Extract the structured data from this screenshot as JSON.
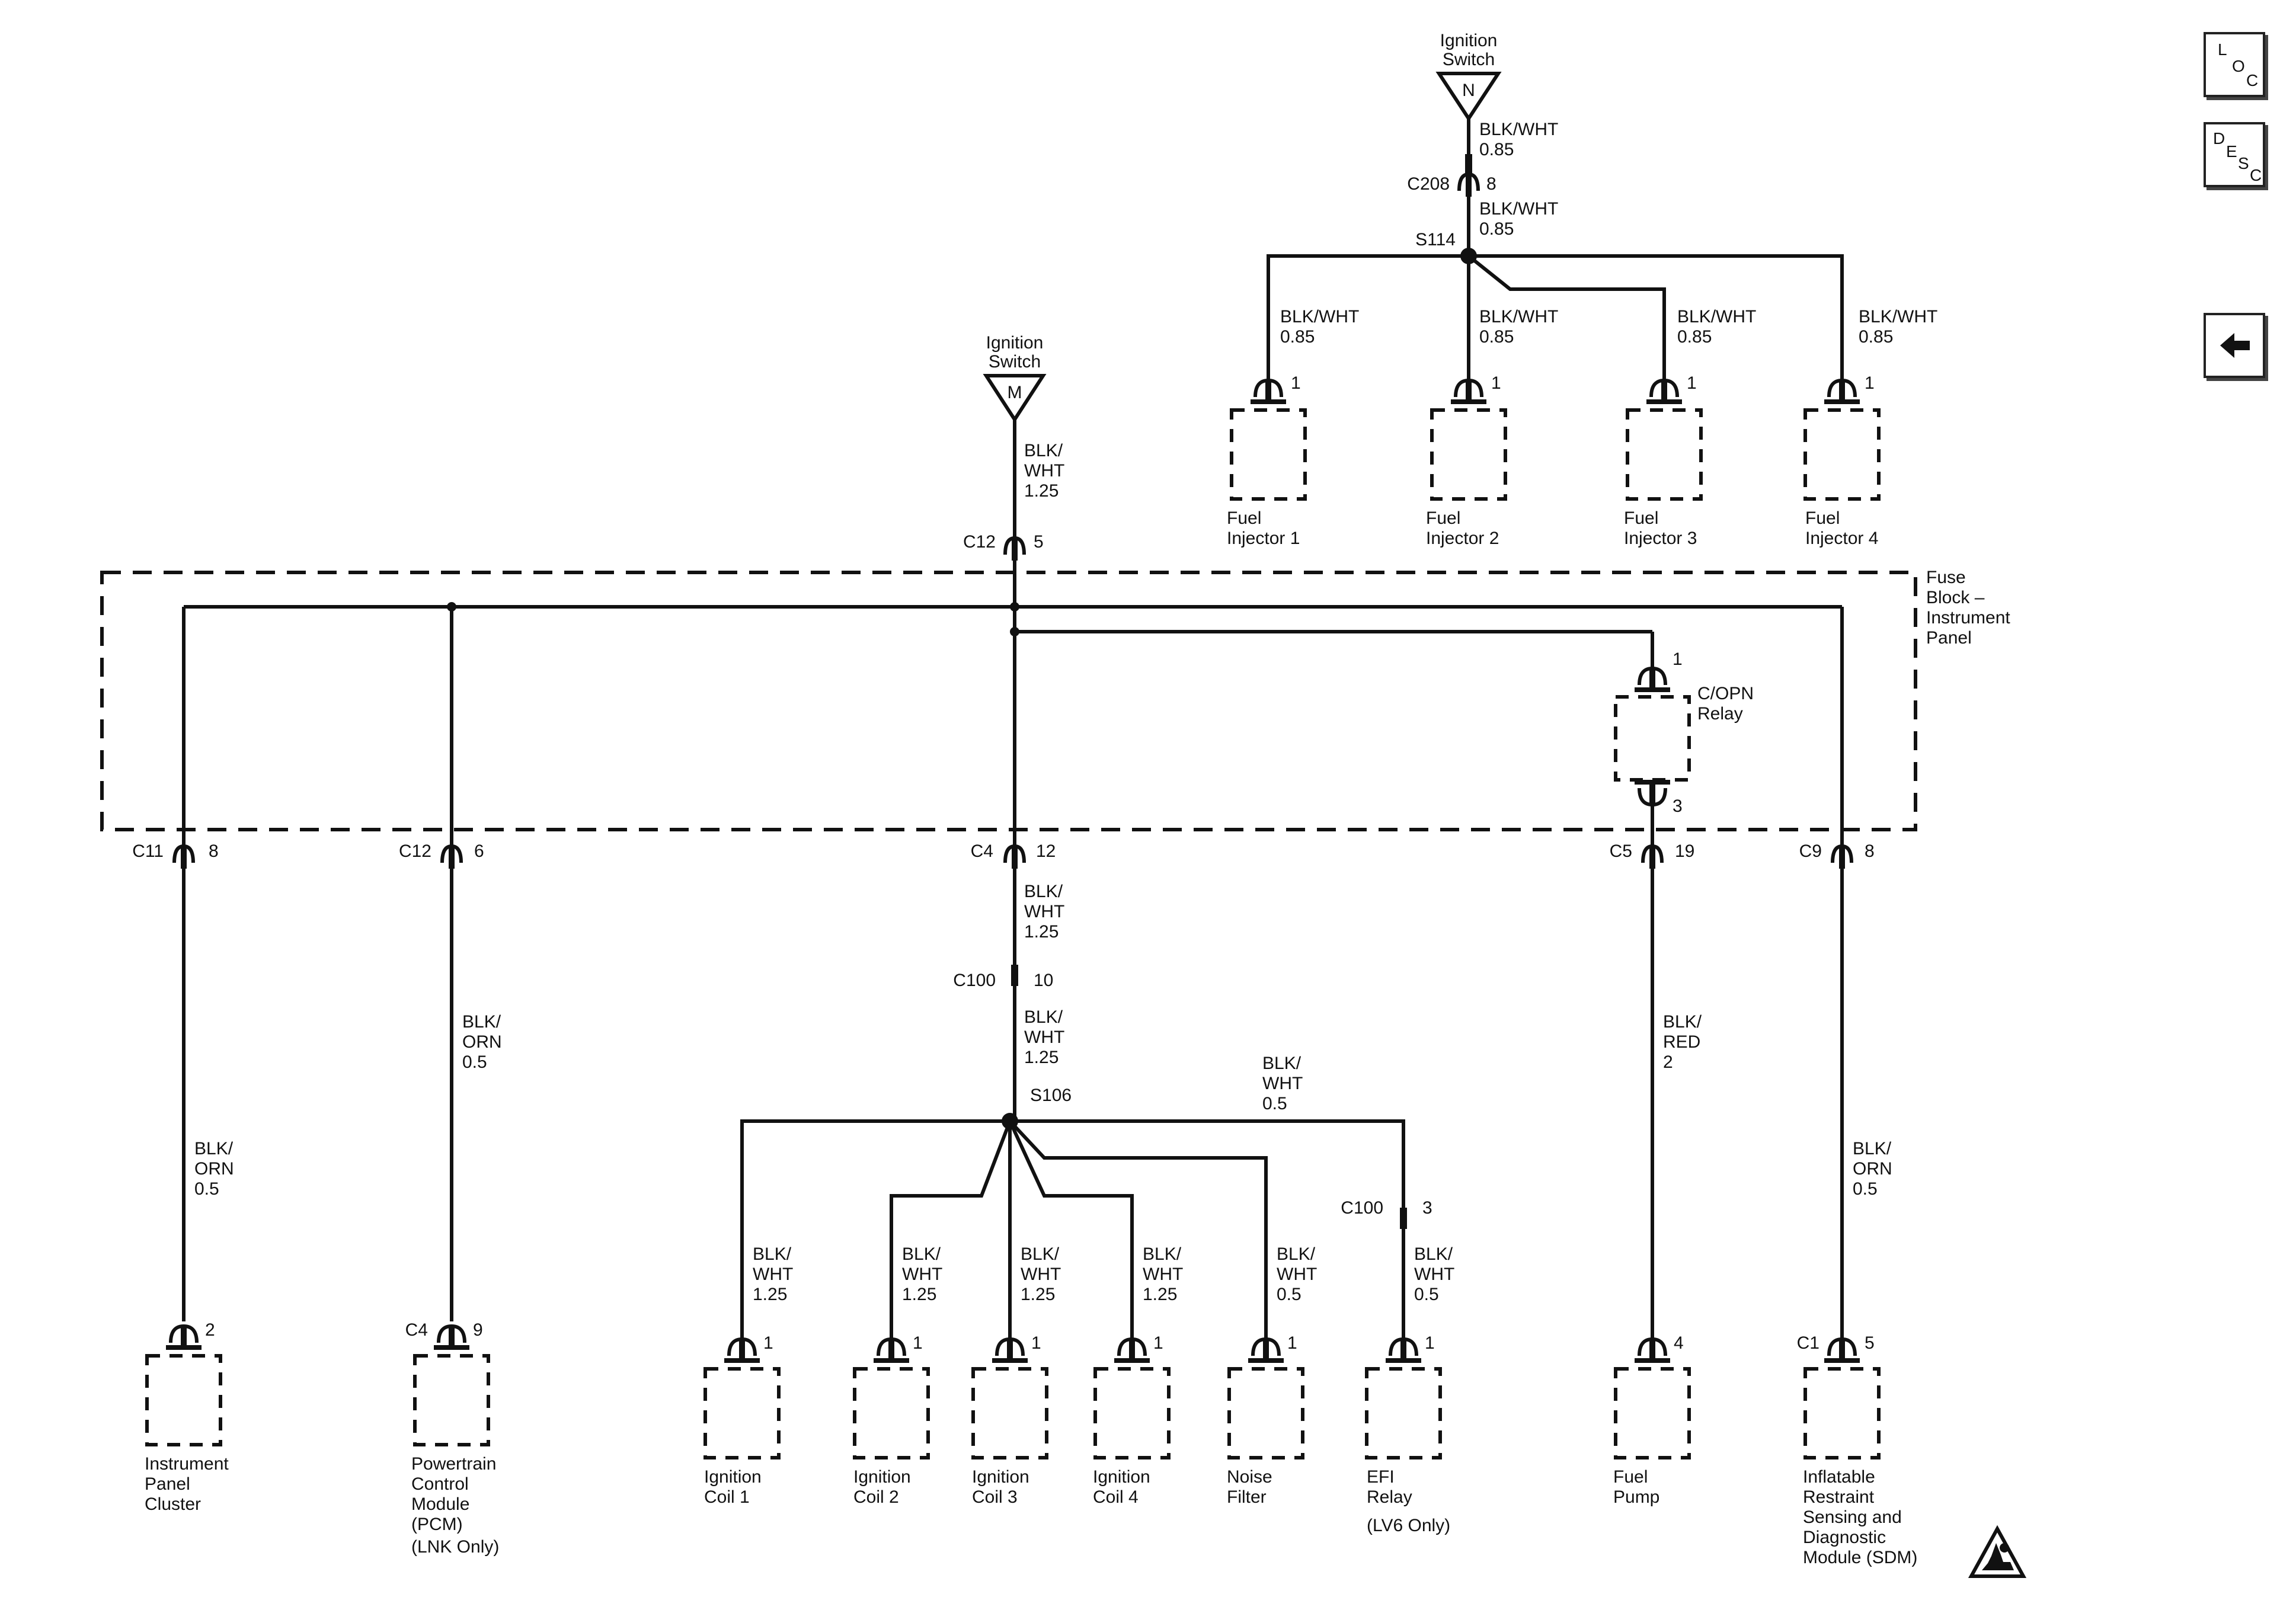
{
  "ignition_n": {
    "title_line1": "Ignition",
    "title_line2": "Switch",
    "symbol": "N"
  },
  "ignition_m": {
    "title_line1": "Ignition",
    "title_line2": "Switch",
    "symbol": "M"
  },
  "top_wires": {
    "w1": {
      "l1": "BLK/WHT",
      "l2": "0.85"
    },
    "c208": {
      "id": "C208",
      "pin": "8"
    },
    "w2": {
      "l1": "BLK/WHT",
      "l2": "0.85"
    },
    "s114": "S114"
  },
  "injectors": [
    {
      "wire1": "BLK/WHT",
      "wire2": "0.85",
      "pin": "1",
      "name1": "Fuel",
      "name2": "Injector 1"
    },
    {
      "wire1": "BLK/WHT",
      "wire2": "0.85",
      "pin": "1",
      "name1": "Fuel",
      "name2": "Injector 2"
    },
    {
      "wire1": "BLK/WHT",
      "wire2": "0.85",
      "pin": "1",
      "name1": "Fuel",
      "name2": "Injector 3"
    },
    {
      "wire1": "BLK/WHT",
      "wire2": "0.85",
      "pin": "1",
      "name1": "Fuel",
      "name2": "Injector 4"
    }
  ],
  "m_wire": {
    "l1": "BLK/",
    "l2": "WHT",
    "l3": "1.25"
  },
  "c12_top": {
    "id": "C12",
    "pin": "5"
  },
  "fuse_block": {
    "l1": "Fuse",
    "l2": "Block –",
    "l3": "Instrument",
    "l4": "Panel"
  },
  "relay": {
    "pin_top": "1",
    "name1": "C/OPN",
    "name2": "Relay",
    "pin_bottom": "3"
  },
  "outputs": {
    "c11": {
      "id": "C11",
      "pin": "8"
    },
    "c12": {
      "id": "C12",
      "pin": "6"
    },
    "c4": {
      "id": "C4",
      "pin": "12"
    },
    "c5": {
      "id": "C5",
      "pin": "19"
    },
    "c9": {
      "id": "C9",
      "pin": "8"
    }
  },
  "mid_wire1": {
    "l1": "BLK/",
    "l2": "WHT",
    "l3": "1.25"
  },
  "c100": {
    "id": "C100",
    "pin": "10"
  },
  "mid_wire2": {
    "l1": "BLK/",
    "l2": "WHT",
    "l3": "1.25"
  },
  "s106": "S106",
  "efi_feed": {
    "l1": "BLK/",
    "l2": "WHT",
    "l3": "0.5"
  },
  "ipc": {
    "wire": [
      "BLK/",
      "ORN",
      "0.5"
    ],
    "pin": "2",
    "name": [
      "Instrument",
      "Panel",
      "Cluster"
    ]
  },
  "pcm": {
    "wire": [
      "BLK/",
      "ORN",
      "0.5"
    ],
    "conn": "C4",
    "pin": "9",
    "name": [
      "Powertrain",
      "Control",
      "Module",
      "(PCM)",
      "(LNK Only)"
    ]
  },
  "coils": [
    {
      "wire": [
        "BLK/",
        "WHT",
        "1.25"
      ],
      "pin": "1",
      "name": [
        "Ignition",
        "Coil 1"
      ]
    },
    {
      "wire": [
        "BLK/",
        "WHT",
        "1.25"
      ],
      "pin": "1",
      "name": [
        "Ignition",
        "Coil 2"
      ]
    },
    {
      "wire": [
        "BLK/",
        "WHT",
        "1.25"
      ],
      "pin": "1",
      "name": [
        "Ignition",
        "Coil 3"
      ]
    },
    {
      "wire": [
        "BLK/",
        "WHT",
        "1.25"
      ],
      "pin": "1",
      "name": [
        "Ignition",
        "Coil 4"
      ]
    }
  ],
  "noise": {
    "wire": [
      "BLK/",
      "WHT",
      "0.5"
    ],
    "pin": "1",
    "name": [
      "Noise",
      "Filter"
    ]
  },
  "efi": {
    "conn": "C100",
    "conn_pin": "3",
    "wire": [
      "BLK/",
      "WHT",
      "0.5"
    ],
    "pin": "1",
    "name": [
      "EFI",
      "Relay",
      "(LV6 Only)"
    ]
  },
  "pump": {
    "wire": [
      "BLK/",
      "RED",
      "2"
    ],
    "pin": "4",
    "name": [
      "Fuel",
      "Pump"
    ]
  },
  "sdm": {
    "wire": [
      "BLK/",
      "ORN",
      "0.5"
    ],
    "conn": "C1",
    "pin": "5",
    "name": [
      "Inflatable",
      "Restraint",
      "Sensing and",
      "Diagnostic",
      "Module (SDM)"
    ]
  },
  "nav": {
    "loc": {
      "l": "L",
      "o": "O",
      "c": "C"
    },
    "desc": {
      "d": "D",
      "e": "E",
      "s": "S",
      "c": "C"
    }
  }
}
